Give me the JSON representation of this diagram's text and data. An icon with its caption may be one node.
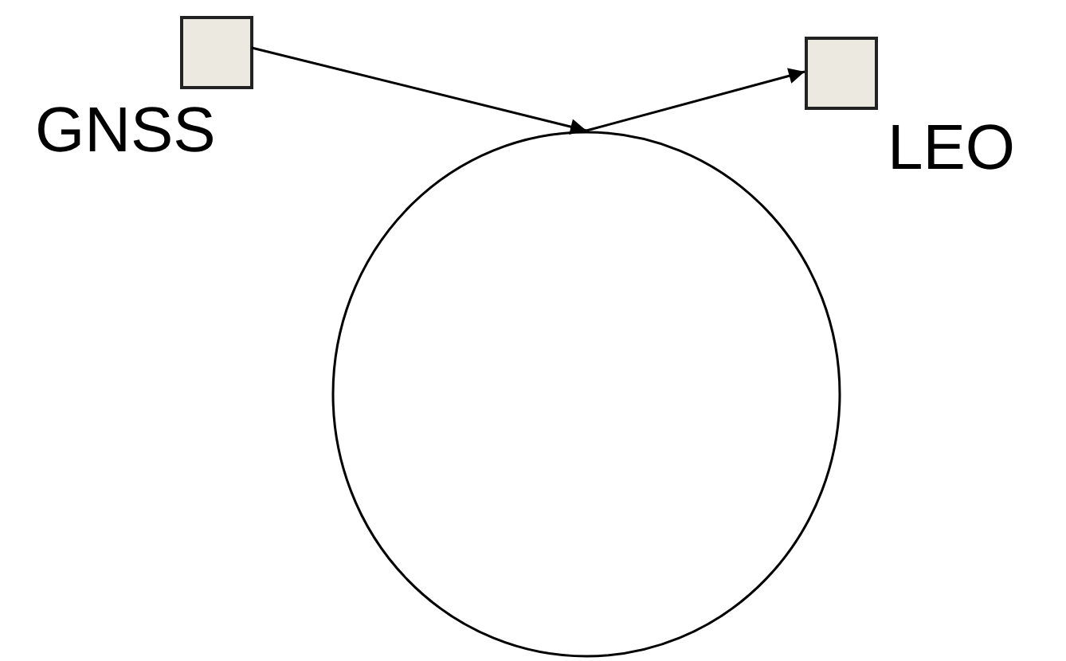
{
  "diagram": {
    "nodes": [
      {
        "text": [
          "GNSS"
        ]
      },
      {
        "text": [
          "LEO"
        ]
      },
      {
        "text": [],
        "shape": "circle"
      }
    ],
    "edges": [
      {
        "from": 0,
        "to": 2,
        "arrow": "to"
      },
      {
        "from": 2,
        "to": 1,
        "arrow": "to"
      }
    ]
  }
}
